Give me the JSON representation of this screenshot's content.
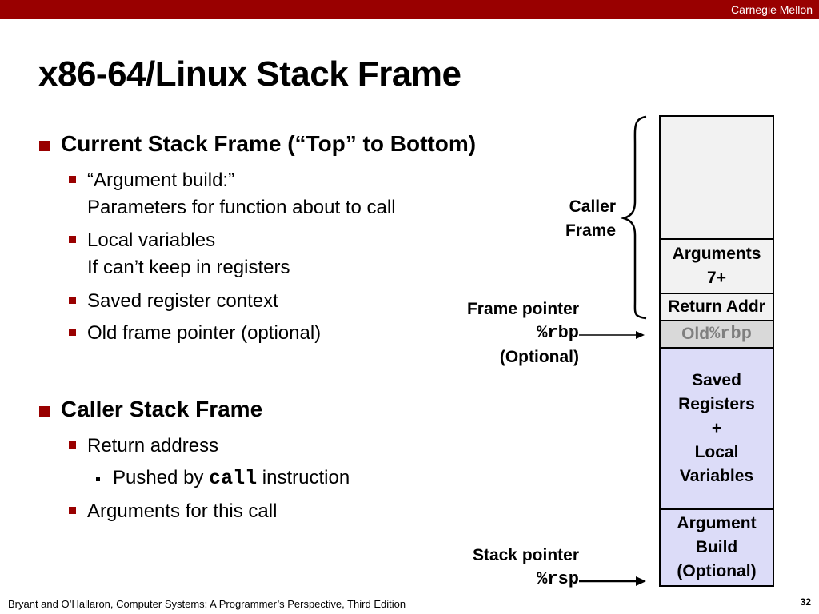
{
  "header": {
    "brand": "Carnegie Mellon",
    "colors": {
      "bar": "#990000",
      "bullet": "#990000"
    }
  },
  "slide": {
    "title": "x86-64/Linux Stack Frame"
  },
  "bullets": {
    "current": {
      "heading": "Current Stack Frame (“Top” to Bottom)",
      "arg_build_1": "“Argument build:”",
      "arg_build_2": "Parameters for function about to call",
      "local_vars_1": "Local variables",
      "local_vars_2": "If can’t keep in registers",
      "saved_ctx": "Saved register context",
      "old_fp": "Old frame pointer (optional)"
    },
    "caller": {
      "heading": "Caller Stack Frame",
      "ret_addr": "Return address",
      "pushed_prefix": "Pushed by ",
      "pushed_code": "call",
      "pushed_suffix": " instruction",
      "args": "Arguments for this call"
    }
  },
  "diagram": {
    "caller_frame_1": "Caller",
    "caller_frame_2": "Frame",
    "frame_pointer": "Frame pointer",
    "rbp": "%rbp",
    "optional": "(Optional)",
    "stack_pointer": "Stack pointer",
    "rsp": "%rsp",
    "cells": {
      "arguments_1": "Arguments",
      "arguments_2": "7+",
      "return_addr": "Return Addr",
      "old_prefix": "Old ",
      "old_code": "%rbp",
      "saved_1": "Saved",
      "saved_2": "Registers",
      "saved_3": "+",
      "saved_4": "Local",
      "saved_5": "Variables",
      "argbuild_1": "Argument",
      "argbuild_2": "Build",
      "argbuild_3": "(Optional)"
    },
    "colors": {
      "caller_bg": "#f2f2f2",
      "old_bg": "#d9d9d9",
      "current_bg": "#dcdcf8"
    }
  },
  "footer": {
    "citation": "Bryant and O’Hallaron, Computer Systems: A Programmer’s Perspective, Third Edition",
    "page": "32"
  }
}
